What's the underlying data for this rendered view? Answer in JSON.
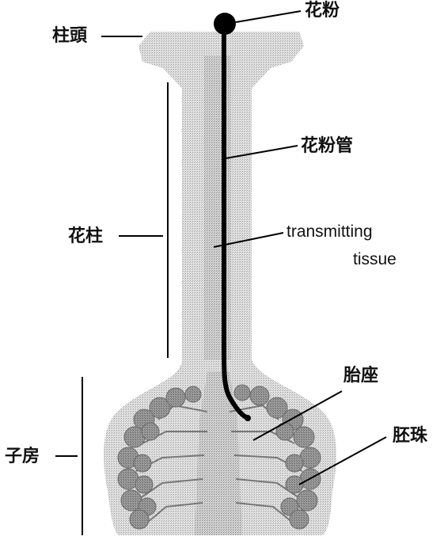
{
  "labels": {
    "stigma": "柱頭",
    "pollen": "花粉",
    "pollen_tube": "花粉管",
    "style": "花柱",
    "transmitting_line1": "transmitting",
    "transmitting_line2": "tissue",
    "placenta": "胎座",
    "ovule": "胚珠",
    "ovary": "子房"
  },
  "colors": {
    "tissue_fill": "#c9c9c9",
    "tissue_light": "#dcdcdc",
    "ovule_fill": "#9a9a9a",
    "line": "#000000"
  }
}
